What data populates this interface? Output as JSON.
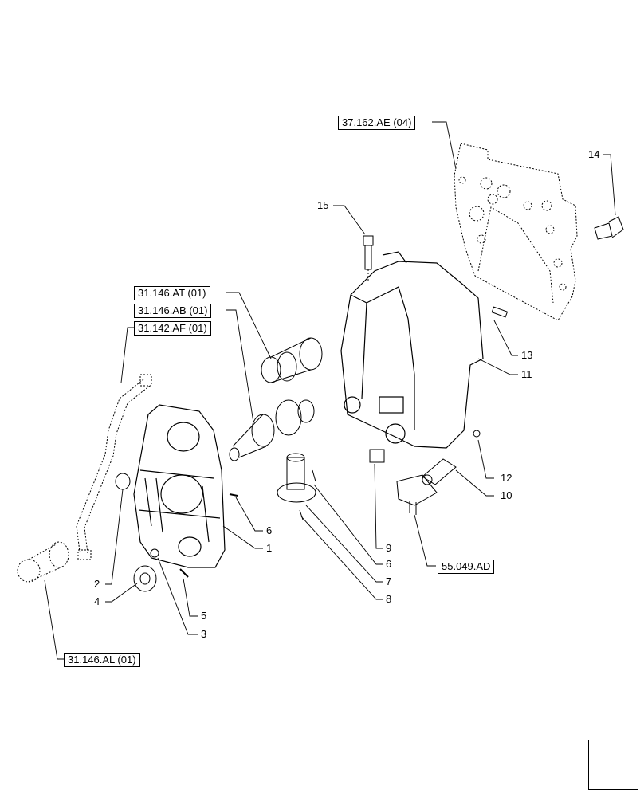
{
  "diagram": {
    "ref_labels": [
      "37.162.AE (04)",
      "31.146.AT (01)",
      "31.146.AB (01)",
      "31.142.AF (01)",
      "55.049.AD",
      "31.146.AL (01)"
    ],
    "part_numbers": [
      "14",
      "15",
      "13",
      "11",
      "12",
      "10",
      "9",
      "6",
      "7",
      "8",
      "6",
      "1",
      "2",
      "4",
      "5",
      "3"
    ]
  },
  "nav": {
    "icon": "next-page-arrow-icon"
  }
}
